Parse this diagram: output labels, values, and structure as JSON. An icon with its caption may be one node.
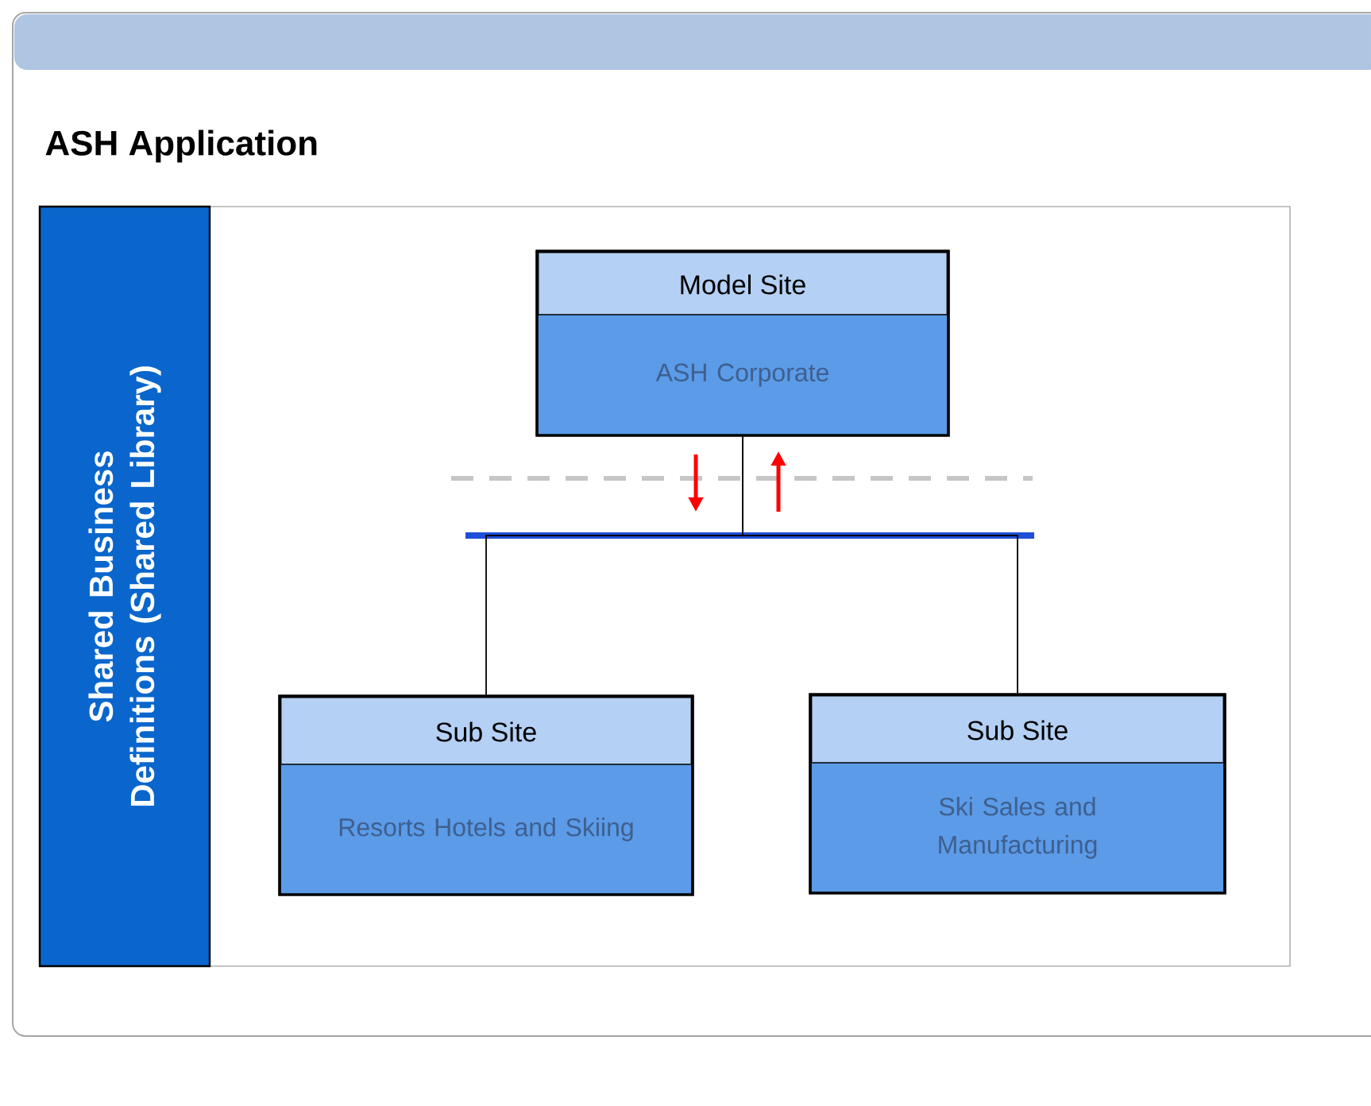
{
  "diagram": {
    "title": "ASH Application",
    "nodes": [
      {
        "text": [
          "Shared Business Definitions (Shared Library)"
        ]
      },
      {
        "text": [
          "Model Site",
          "ASH Corporate"
        ]
      },
      {
        "text": [
          "Sub Site",
          "Resorts Hotels and Skiing"
        ]
      },
      {
        "text": [
          "Sub Site",
          "Ski Sales and Manufacturing"
        ]
      }
    ],
    "edges": [
      {
        "from": 1,
        "to": 2,
        "arrow": "none"
      },
      {
        "from": 1,
        "to": 3,
        "arrow": "none"
      }
    ]
  }
}
